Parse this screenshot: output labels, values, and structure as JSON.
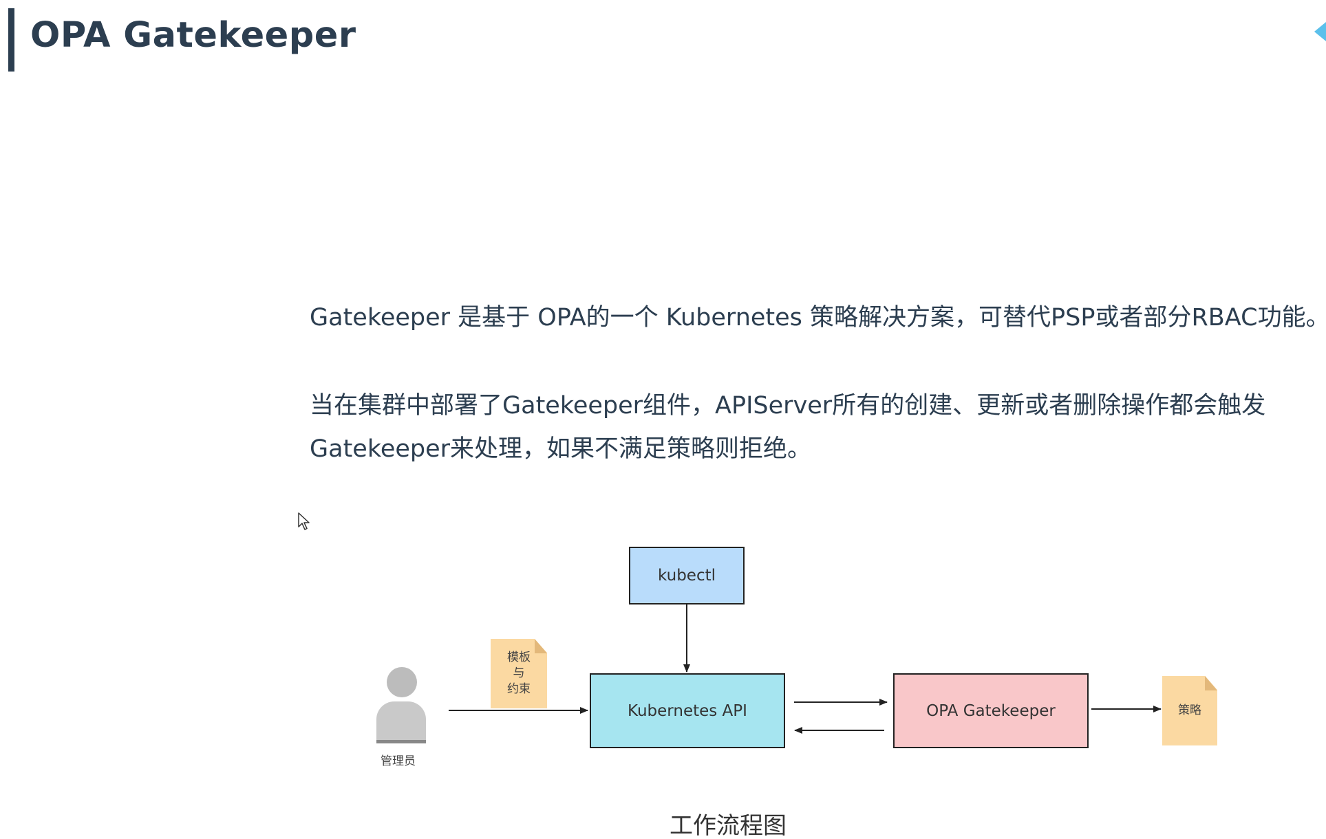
{
  "slide": {
    "title": "OPA Gatekeeper"
  },
  "content": {
    "paragraph1": "Gatekeeper 是基于 OPA的一个 Kubernetes 策略解决方案，可替代PSP或者部分RBAC功能。",
    "paragraph2_line1": "当在集群中部署了Gatekeeper组件，APIServer所有的创建、更新或者删除操作都会触发",
    "paragraph2_line2": "Gatekeeper来处理，如果不满足策略则拒绝。"
  },
  "diagram": {
    "nodes": {
      "kubectl": "kubectl",
      "kubernetes_api": "Kubernetes API",
      "opa_gatekeeper": "OPA Gatekeeper",
      "admin": "管理员",
      "template_note": [
        "模板",
        "与",
        "约束"
      ],
      "policy_note": "策略"
    },
    "caption": "工作流程图",
    "colors": {
      "kubectl_fill": "#b9dcfb",
      "kubernetes_api_fill": "#a6e5f0",
      "opa_gatekeeper_fill": "#f9c7c9",
      "note_fill": "#fbd9a2",
      "title_color": "#2c3e50"
    },
    "edges": [
      {
        "from": "kubectl",
        "to": "kubernetes_api"
      },
      {
        "from": "admin",
        "to": "kubernetes_api"
      },
      {
        "from": "kubernetes_api",
        "to": "opa_gatekeeper"
      },
      {
        "from": "opa_gatekeeper",
        "to": "kubernetes_api"
      },
      {
        "from": "opa_gatekeeper",
        "to": "policy_note"
      }
    ]
  },
  "icons": {
    "nav": "nav-arrow-icon",
    "cursor": "mouse-cursor-icon",
    "admin": "user-icon"
  }
}
